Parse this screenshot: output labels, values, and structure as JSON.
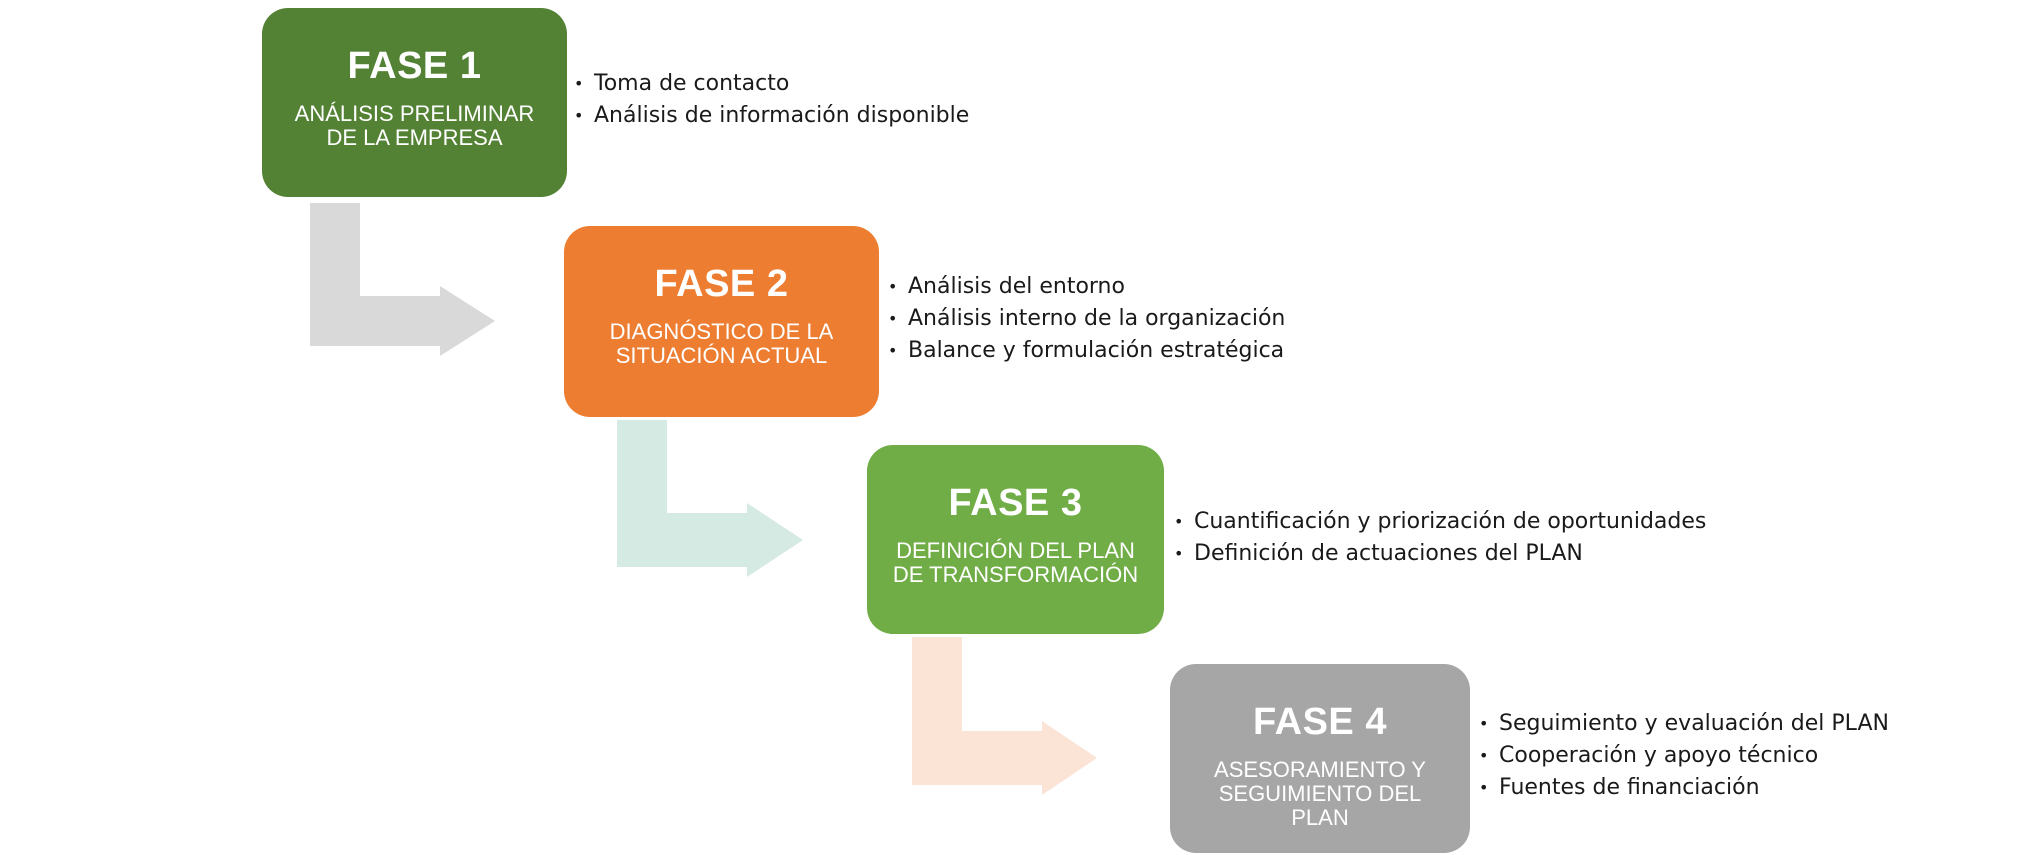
{
  "phases": [
    {
      "title": "FASE 1",
      "subtitle": "ANÁLISIS PRELIMINAR\nDE LA EMPRESA",
      "color": "#548235",
      "items": [
        "Toma de contacto",
        "Análisis de información disponible"
      ]
    },
    {
      "title": "FASE 2",
      "subtitle": "DIAGNÓSTICO DE LA\nSITUACIÓN ACTUAL",
      "color": "#ED7D31",
      "items": [
        "Análisis del entorno",
        "Análisis interno de la organización",
        "Balance y formulación estratégica"
      ]
    },
    {
      "title": "FASE 3",
      "subtitle": "DEFINICIÓN DEL PLAN\nDE TRANSFORMACIÓN",
      "color": "#70AD47",
      "items": [
        "Cuantificación y priorización de oportunidades",
        "Definición de actuaciones del PLAN"
      ]
    },
    {
      "title": "FASE 4",
      "subtitle": "ASESORAMIENTO Y\nSEGUIMIENTO DEL\nPLAN",
      "color": "#A6A6A6",
      "items": [
        "Seguimiento y evaluación del PLAN",
        "Cooperación y apoyo técnico",
        "Fuentes de financiación"
      ]
    }
  ],
  "connectors": [
    {
      "color": "#D9D9D9"
    },
    {
      "color": "#D5EAE2"
    },
    {
      "color": "#FBE3D6"
    }
  ]
}
